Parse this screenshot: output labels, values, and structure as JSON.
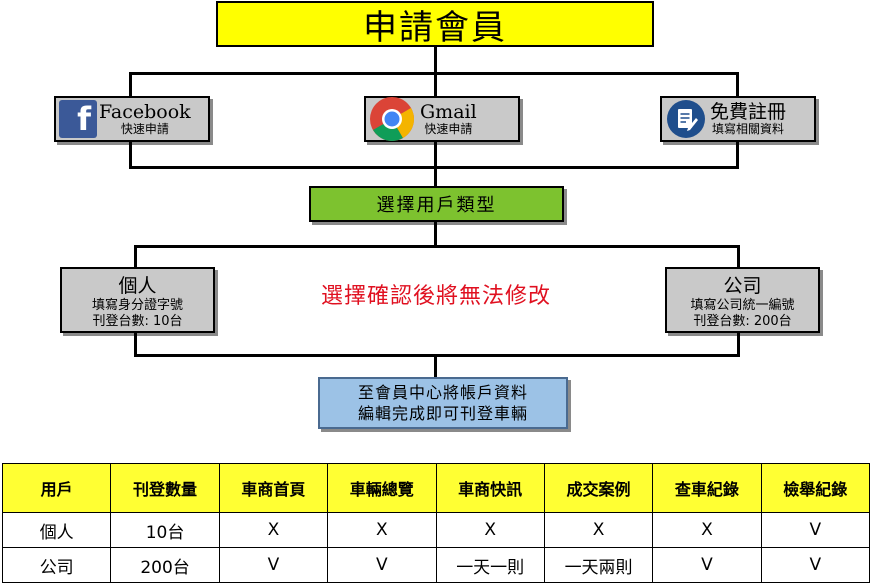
{
  "title": "申請會員",
  "login_options": [
    {
      "main": "Facebook",
      "sub": "快速申請",
      "icon": "facebook-icon"
    },
    {
      "main": "Gmail",
      "sub": "快速申請",
      "icon": "chrome-icon"
    },
    {
      "main": "免費註冊",
      "sub": "填寫相關資料",
      "icon": "register-icon"
    }
  ],
  "select_type": "選擇用戶類型",
  "personal": {
    "title": "個人",
    "line1": "填寫身分證字號",
    "line2": "刊登台數: 10台"
  },
  "company": {
    "title": "公司",
    "line1": "填寫公司統一編號",
    "line2": "刊登台數: 200台"
  },
  "warning": "選擇確認後將無法修改",
  "finish": {
    "line1": "至會員中心將帳戶資料",
    "line2": "編輯完成即可刊登車輛"
  },
  "colors": {
    "title_bg": "#ffff00",
    "box_gray": "#c9c9c9",
    "select_green": "#7dc22f",
    "finish_blue": "#9cc2e6",
    "warning_red": "#e01020",
    "table_header": "#ffff33"
  },
  "table": {
    "headers": [
      "用戶",
      "刊登數量",
      "車商首頁",
      "車輛總覽",
      "車商快訊",
      "成交案例",
      "查車紀錄",
      "檢舉紀錄"
    ],
    "rows": [
      [
        "個人",
        "10台",
        "X",
        "X",
        "X",
        "X",
        "X",
        "V"
      ],
      [
        "公司",
        "200台",
        "V",
        "V",
        "一天一則",
        "一天兩則",
        "V",
        "V"
      ]
    ]
  }
}
